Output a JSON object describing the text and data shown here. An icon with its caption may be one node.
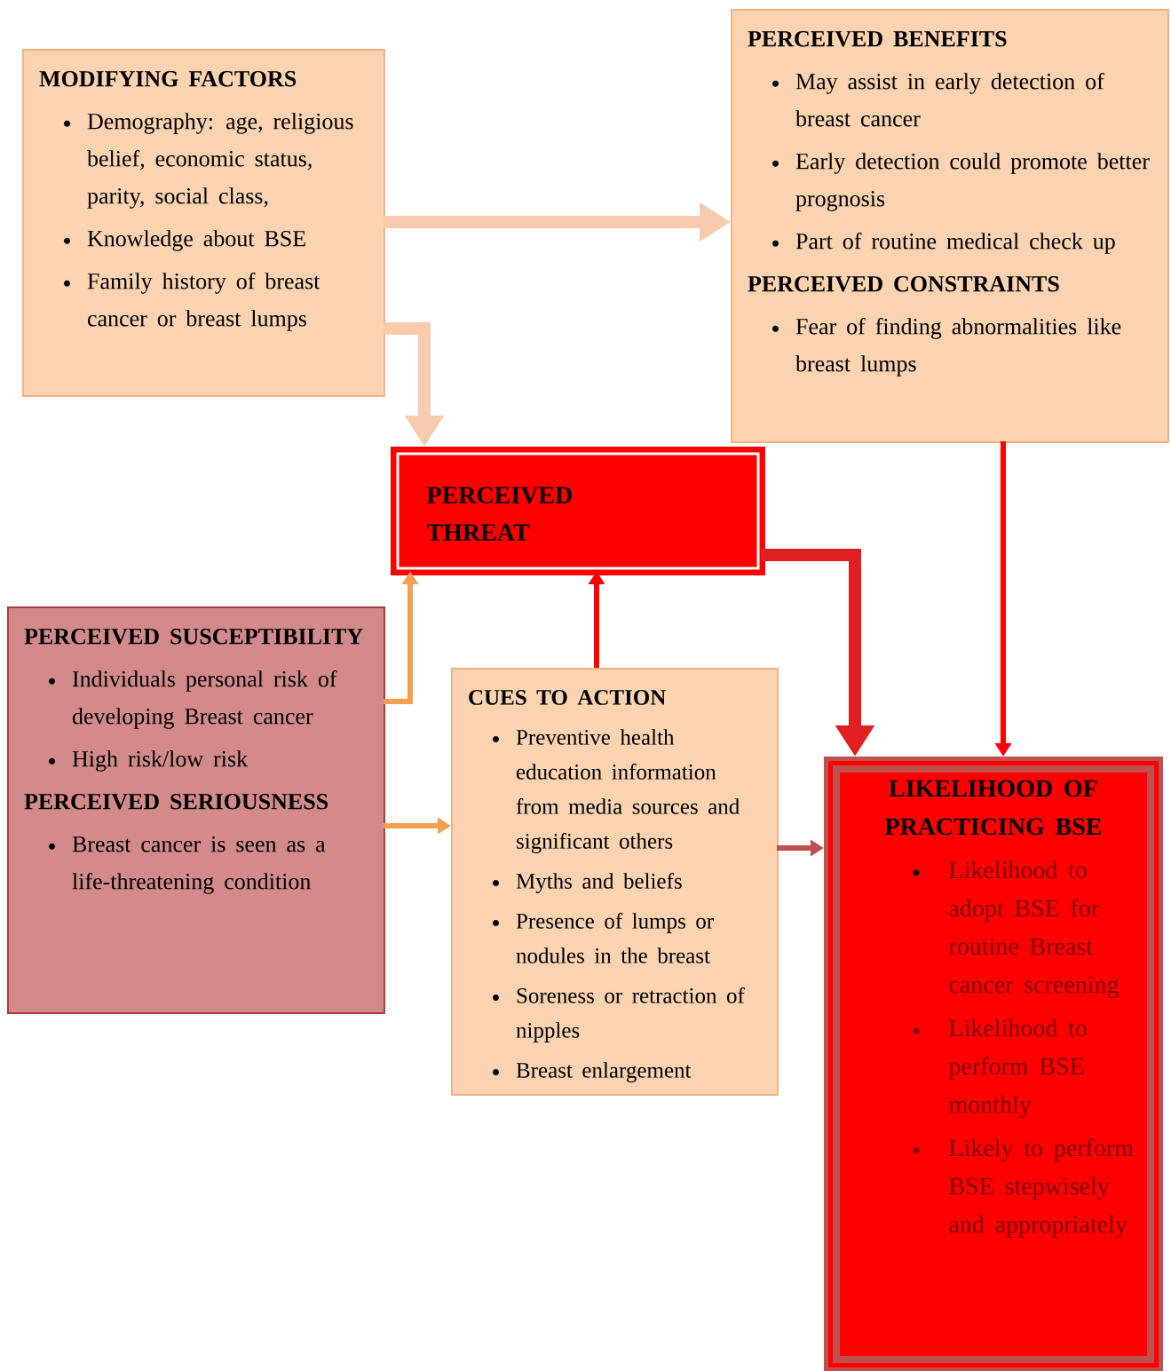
{
  "diagram": {
    "nodes": [
      {
        "text": [
          "MODIFYING FACTORS",
          "Demography: age, religious belief, economic status, parity, social class,",
          "Knowledge about BSE",
          "Family history of breast cancer or breast lumps"
        ]
      },
      {
        "text": [
          "PERCEIVED BENEFITS",
          "May assist in early detection of breast cancer",
          "Early detection could promote better prognosis",
          "Part of routine medical check up",
          "PERCEIVED CONSTRAINTS",
          "Fear of finding abnormalities like breast lumps"
        ]
      },
      {
        "text": [
          "PERCEIVED THREAT"
        ]
      },
      {
        "text": [
          "PERCEIVED SUSCEPTIBILITY",
          "Individuals personal risk of developing Breast cancer",
          "High risk/low risk",
          "PERCEIVED SERIOUSNESS",
          "Breast cancer is seen as a life-threatening condition"
        ]
      },
      {
        "text": [
          "CUES TO ACTION",
          "Preventive health education information from media sources and significant others",
          "Myths and beliefs",
          "Presence of lumps or nodules in the breast",
          "Soreness or retraction of nipples",
          "Breast enlargement"
        ]
      },
      {
        "text": [
          "LIKELIHOOD OF PRACTICING BSE",
          "Likelihood to adopt BSE for routine Breast cancer screening",
          "Likelihood to perform BSE monthly",
          "Likely to perform BSE stepwisely and appropriately"
        ]
      }
    ],
    "edges": [
      {
        "from": 0,
        "to": 1,
        "arrow": "to",
        "style": "thick",
        "color": "#f8cbad"
      },
      {
        "from": 0,
        "to": 2,
        "arrow": "to",
        "style": "thick",
        "color": "#f8cbad"
      },
      {
        "from": 3,
        "to": 2,
        "arrow": "to",
        "color": "#f0a050"
      },
      {
        "from": 4,
        "to": 2,
        "arrow": "to",
        "color": "#ff0000"
      },
      {
        "from": 3,
        "to": 4,
        "arrow": "to",
        "color": "#f0a050"
      },
      {
        "from": 2,
        "to": 5,
        "arrow": "to",
        "style": "thick",
        "color": "#e02020"
      },
      {
        "from": 1,
        "to": 5,
        "arrow": "to",
        "color": "#ff0000"
      },
      {
        "from": 4,
        "to": 5,
        "arrow": "to",
        "color": "#c0504d"
      }
    ]
  }
}
